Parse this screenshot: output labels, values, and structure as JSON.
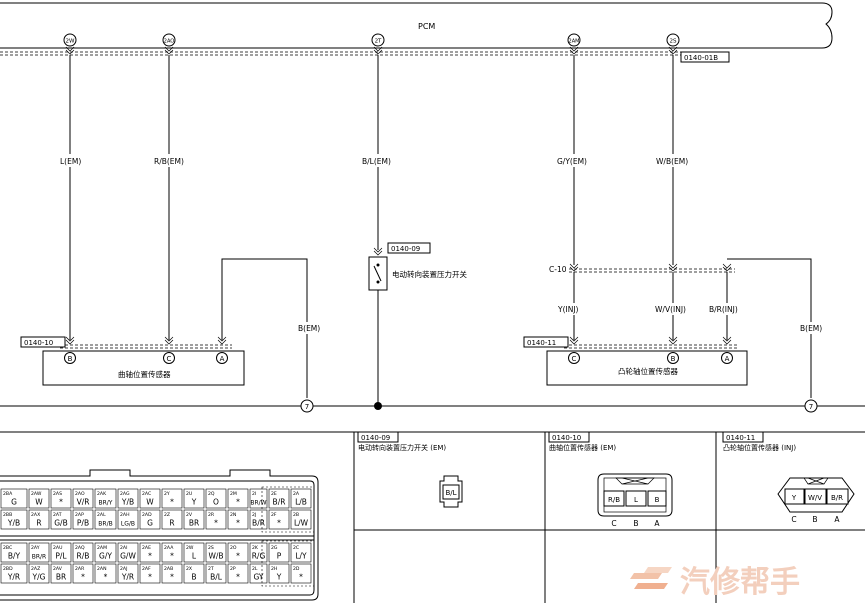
{
  "pcm": {
    "label": "PCM",
    "ref": "0140-01B",
    "pins": [
      "2W",
      "2AO",
      "2T",
      "2AM",
      "2S"
    ]
  },
  "wires": {
    "w1": "L(EM)",
    "w2": "R/B(EM)",
    "w3": "B/L(EM)",
    "w4": "G/Y(EM)",
    "w5": "W/B(EM)",
    "b1": "B(EM)",
    "b2": "B(EM)",
    "inj1": "Y(INJ)",
    "inj2": "W/V(INJ)",
    "inj3": "B/R(INJ)"
  },
  "switch": {
    "ref": "0140-09",
    "label": "电动转向装置压力开关"
  },
  "crank": {
    "ref": "0140-10",
    "label": "曲轴位置传感器",
    "pins": [
      "B",
      "C",
      "A"
    ]
  },
  "cam": {
    "ref": "0140-11",
    "label": "凸轮轴位置传感器",
    "pins": [
      "C",
      "B",
      "A"
    ]
  },
  "cmark": "C-10",
  "ground": {
    "n1": "7",
    "n2": "7"
  },
  "lower": {
    "p1": {
      "ref": "0140-09",
      "title": "电动转向装置压力开关 (EM)",
      "cells": [
        "B/L"
      ]
    },
    "p2": {
      "ref": "0140-10",
      "title": "曲轴位置传感器 (EM)",
      "cells": [
        "R/B",
        "L",
        "B"
      ],
      "letters": [
        "C",
        "B",
        "A"
      ]
    },
    "p3": {
      "ref": "0140-11",
      "title": "凸轮轴位置传感器 (INJ)",
      "cells": [
        "Y",
        "W/V",
        "B/R"
      ],
      "letters": [
        "C",
        "B",
        "A"
      ]
    }
  },
  "pcm_connector": [
    [
      [
        "2BA",
        "G"
      ],
      [
        "2AW",
        "W"
      ],
      [
        "2AS",
        "*"
      ],
      [
        "2AO",
        "V/R"
      ],
      [
        "2AK",
        "BR/Y"
      ],
      [
        "2AG",
        "Y/B"
      ],
      [
        "2AC",
        "W"
      ],
      [
        "2Y",
        "*"
      ],
      [
        "2U",
        "Y"
      ],
      [
        "2Q",
        "O"
      ],
      [
        "2M",
        "*"
      ],
      [
        "2I",
        "BR/W"
      ],
      [
        "2E",
        "B/R"
      ],
      [
        "2A",
        "L/B"
      ]
    ],
    [
      [
        "2BB",
        "Y/B"
      ],
      [
        "2AX",
        "R"
      ],
      [
        "2AT",
        "G/B"
      ],
      [
        "2AP",
        "P/B"
      ],
      [
        "2AL",
        "BR/B"
      ],
      [
        "2AH",
        "LG/B"
      ],
      [
        "2AD",
        "G"
      ],
      [
        "2Z",
        "R"
      ],
      [
        "2V",
        "BR"
      ],
      [
        "2R",
        "*"
      ],
      [
        "2N",
        "*"
      ],
      [
        "2J",
        "B/R"
      ],
      [
        "2F",
        "*"
      ],
      [
        "2B",
        "L/W"
      ]
    ],
    [
      [
        "2BC",
        "B/Y"
      ],
      [
        "2AY",
        "BR/R"
      ],
      [
        "2AU",
        "P/L"
      ],
      [
        "2AQ",
        "R/B"
      ],
      [
        "2AM",
        "G/Y"
      ],
      [
        "2AI",
        "G/W"
      ],
      [
        "2AE",
        "*"
      ],
      [
        "2AA",
        "*"
      ],
      [
        "2W",
        "L"
      ],
      [
        "2S",
        "W/B"
      ],
      [
        "2O",
        "*"
      ],
      [
        "2K",
        "R/G"
      ],
      [
        "2G",
        "P"
      ],
      [
        "2C",
        "L/Y"
      ]
    ],
    [
      [
        "2BD",
        "Y/R"
      ],
      [
        "2AZ",
        "Y/G"
      ],
      [
        "2AV",
        "BR"
      ],
      [
        "2AR",
        "*"
      ],
      [
        "2AN",
        "*"
      ],
      [
        "2AJ",
        "Y/R"
      ],
      [
        "2AF",
        "*"
      ],
      [
        "2AB",
        "*"
      ],
      [
        "2X",
        "B"
      ],
      [
        "2T",
        "B/L"
      ],
      [
        "2P",
        "*"
      ],
      [
        "2L",
        "GY"
      ],
      [
        "2H",
        "Y"
      ],
      [
        "2D",
        "*"
      ]
    ]
  ],
  "watermark": "汽修帮手"
}
